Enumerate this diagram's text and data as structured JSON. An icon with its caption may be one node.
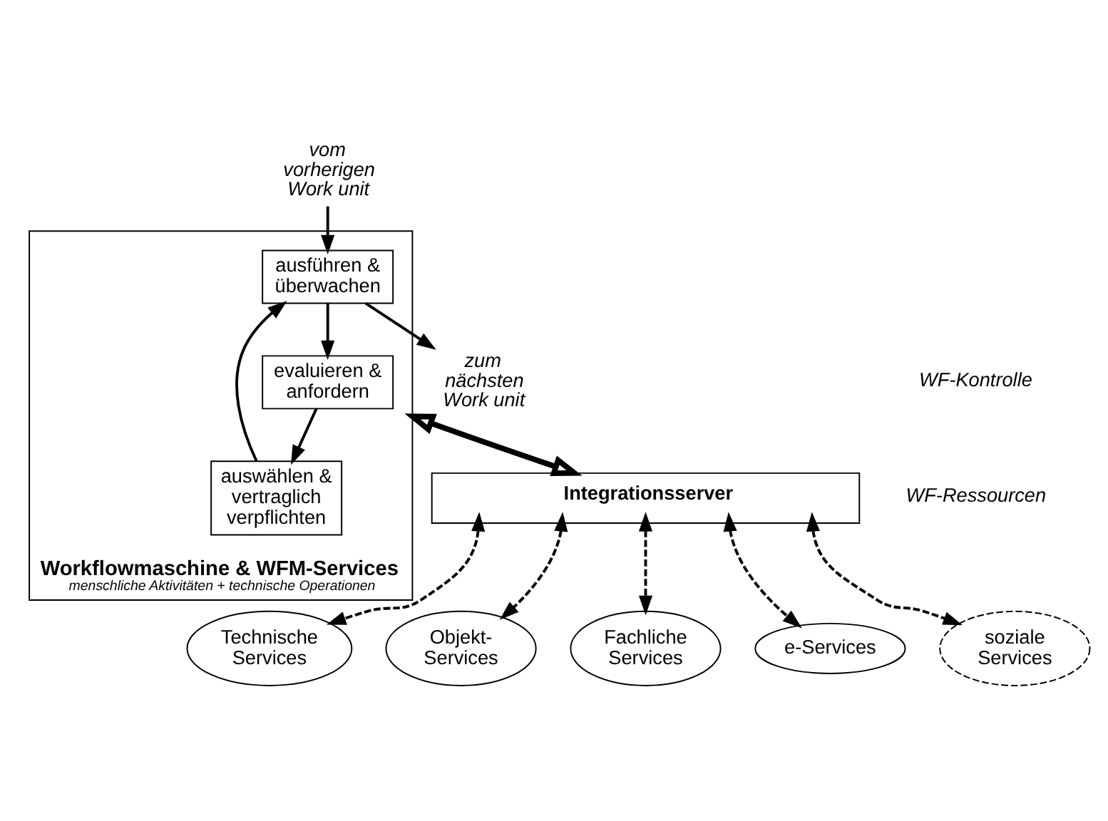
{
  "diagram": {
    "nodes": [
      {
        "text": [
          "Workflowmaschine & WFM-Services",
          "menschliche Aktivitäten + technische Operationen"
        ]
      },
      {
        "text": [
          "ausführen & überwachen"
        ],
        "in": 0
      },
      {
        "text": [
          "auswählen & vertraglich verpflichten"
        ],
        "in": 0
      },
      {
        "text": [
          "evaluieren & anfordern"
        ],
        "in": 0
      },
      {
        "text": [
          "vom vorherigen Work unit"
        ]
      },
      {
        "text": [
          "zum nächsten Work unit"
        ]
      },
      {
        "text": [
          "Integrationsserver"
        ]
      },
      {
        "text": [
          "Technische Services"
        ]
      },
      {
        "text": [
          "Objekt- Services"
        ]
      },
      {
        "text": [
          "Fachliche Services"
        ]
      },
      {
        "text": [
          "e-Services"
        ]
      },
      {
        "text": [
          "soziale Services"
        ]
      }
    ],
    "edges": [
      {
        "from": 4,
        "to": 1,
        "arrow": "to"
      },
      {
        "from": 1,
        "to": 5,
        "arrow": "to"
      },
      {
        "from": 1,
        "to": 3,
        "arrow": "to"
      },
      {
        "from": 3,
        "to": 2,
        "arrow": "to"
      },
      {
        "from": 2,
        "to": 1,
        "arrow": "to"
      },
      {
        "from": 0,
        "to": 6,
        "arrow": "both",
        "style": "thick"
      },
      {
        "from": 6,
        "to": 7,
        "arrow": "both",
        "style": "dashed"
      },
      {
        "from": 6,
        "to": 8,
        "arrow": "both",
        "style": "dashed"
      },
      {
        "from": 6,
        "to": 9,
        "arrow": "both",
        "style": "dashed"
      },
      {
        "from": 6,
        "to": 10,
        "arrow": "both",
        "style": "dashed"
      },
      {
        "from": 6,
        "to": 11,
        "arrow": "both",
        "style": "dashed"
      }
    ],
    "labels": [
      "WF-Kontrolle",
      "WF-Ressourcen"
    ]
  }
}
